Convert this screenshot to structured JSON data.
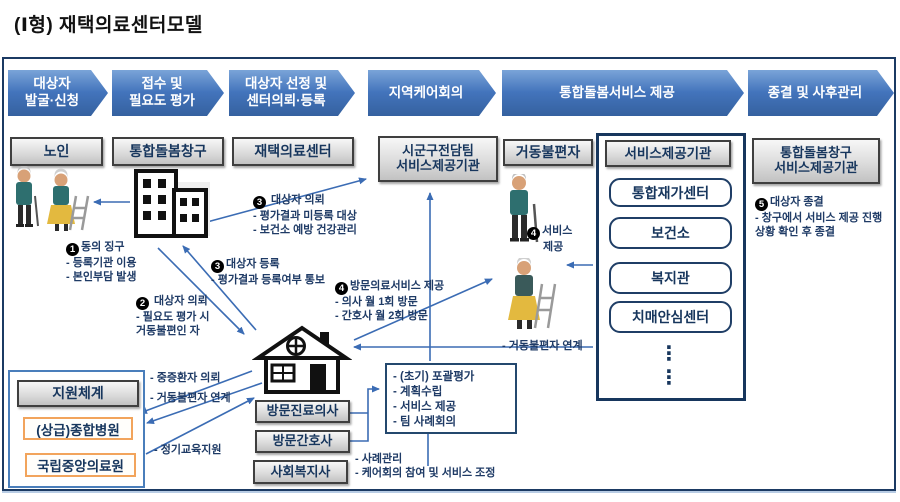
{
  "title": "(Ⅰ형) 재택의료센터모델",
  "process_steps": [
    "대상자\n발굴·신청",
    "접수 및\n필요도 평가",
    "대상자 선정 및\n센터의뢰·등록",
    "지역케어회의",
    "통합돌봄서비스 제공",
    "종결 및 사후관리"
  ],
  "boxes": {
    "senior": "노인",
    "care_window": "통합돌봄창구",
    "home_center": "재택의료센터",
    "sigungu_team": "시군구전담팀\n서비스제공기관",
    "mobility_impaired": "거동불편자",
    "service_org": "서비스제공기관",
    "window_service_org": "통합돌봄창구\n서비스제공기관"
  },
  "service_providers": [
    "통합재가센터",
    "보건소",
    "복지관",
    "치매안심센터"
  ],
  "providers_ellipsis": "⋮\n⋮",
  "support": {
    "title": "지원체계",
    "hospital1": "(상급)종합병원",
    "hospital2": "국립중앙의료원"
  },
  "home_team": [
    "방문진료의사",
    "방문간호사",
    "사회복지사"
  ],
  "team_tasks": [
    "-    (초기) 포괄평가",
    "-    계획수립",
    "-    서비스 제공",
    "-    팀 사례회의"
  ],
  "annotations": {
    "consent": {
      "num": "1",
      "title": "동의 징구",
      "body": "- 등록기관 이용\n- 본인부담 발생"
    },
    "refer_need": {
      "num": "2",
      "title": " 대상자 의뢰",
      "body": "- 필요도 평가 시\n  거동불편인 자"
    },
    "refer_unregistered": {
      "num": "3",
      "title": " 대상자 의뢰",
      "body": "- 평가결과 미등록 대상\n- 보건소 예방 건강관리"
    },
    "register": {
      "num": "3",
      "title": "대상자 등록",
      "body": "- 평가결과 등록여부 통보"
    },
    "visit_service": {
      "num": "4",
      "title": "방문의료서비스 제공",
      "body": "- 의사 월 1회 방문\n- 간호사 월 2회 방문"
    },
    "service_provide": {
      "num": "4",
      "title": "서비스",
      "body": "제공"
    },
    "closure": {
      "num": "5",
      "title": "대상자 종결",
      "body": "- 창구에서 서비스 제공 진행\n  상황 확인 후 종결"
    },
    "severe_referral": "- 중증환자 의뢰",
    "mobility_link_left": "- 거동불편자 연계",
    "edu_support": "- 정기교육지원",
    "mobility_link_right": "- 거동불편자 연계",
    "case_management": "- 사례관리\n- 케어회의 참여 및 서비스 조정"
  },
  "colors": {
    "process_blue": "#4374BC",
    "navy": "#17365D",
    "arrow_blue": "#3B6CB4",
    "orange_border": "#F2A45C",
    "gray_fill": "#D9D9D9",
    "support_border": "#4A7EBB"
  }
}
